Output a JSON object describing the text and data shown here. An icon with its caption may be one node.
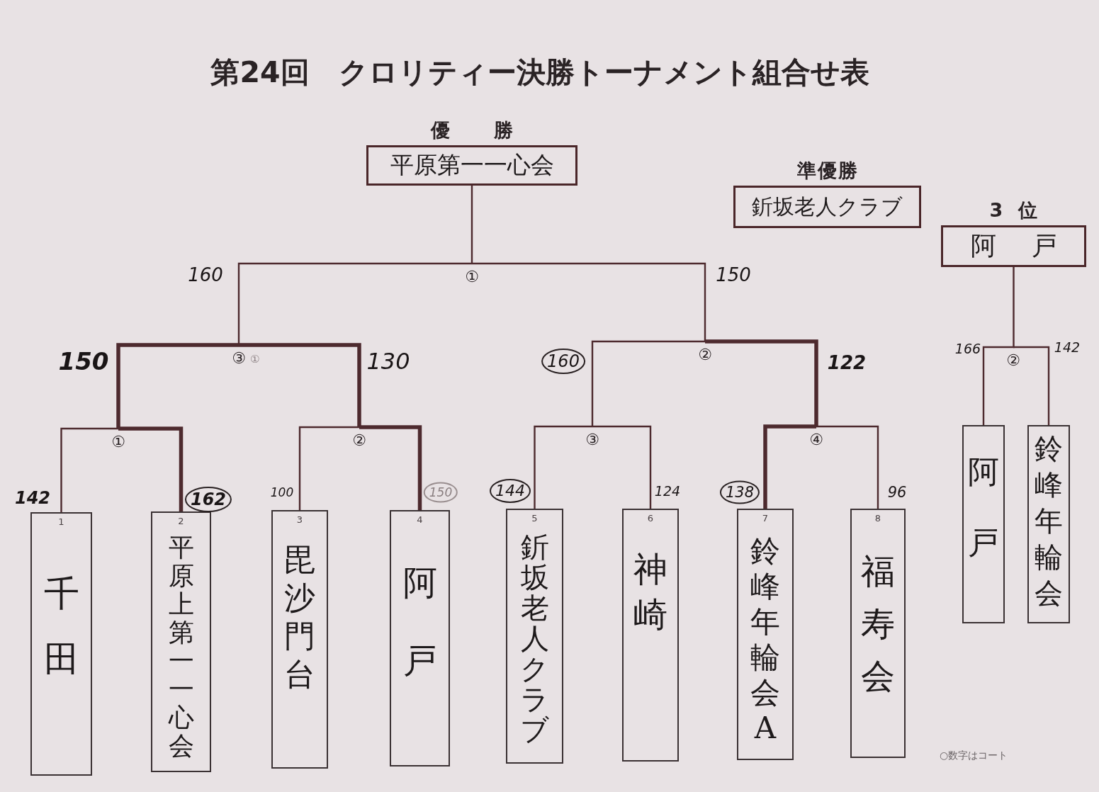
{
  "diagram": {
    "title": "第24回　クロリティー決勝トーナメント組合せ表",
    "nodes": [
      {
        "text": [
          "優勝",
          "平原第一一心会"
        ]
      },
      {
        "text": [
          "準優勝",
          "釿坂老人クラブ"
        ]
      },
      {
        "text": [
          "3位",
          "阿戸"
        ]
      },
      {
        "text": [
          "①"
        ]
      },
      {
        "text": [
          "③",
          "①"
        ]
      },
      {
        "text": [
          "②"
        ]
      },
      {
        "text": [
          "①"
        ]
      },
      {
        "text": [
          "②"
        ]
      },
      {
        "text": [
          "③"
        ]
      },
      {
        "text": [
          "④"
        ]
      },
      {
        "text": [
          "1",
          "千田"
        ]
      },
      {
        "text": [
          "2",
          "平原上第一一心会"
        ]
      },
      {
        "text": [
          "3",
          "毘沙門台"
        ]
      },
      {
        "text": [
          "4",
          "阿戸"
        ]
      },
      {
        "text": [
          "5",
          "釿坂老人クラブ"
        ]
      },
      {
        "text": [
          "6",
          "神崎"
        ]
      },
      {
        "text": [
          "7",
          "鈴峰年輪会A"
        ]
      },
      {
        "text": [
          "8",
          "福寿会"
        ]
      },
      {
        "text": [
          "②"
        ]
      },
      {
        "text": [
          "阿戸"
        ]
      },
      {
        "text": [
          "鈴峰年輪会"
        ]
      }
    ],
    "edges": [
      {
        "from": 3,
        "to": 0,
        "arrow": "none"
      },
      {
        "from": 4,
        "to": 3,
        "arrow": "none",
        "label": "160"
      },
      {
        "from": 5,
        "to": 3,
        "arrow": "none",
        "label": "150"
      },
      {
        "from": 6,
        "to": 4,
        "arrow": "none",
        "style": "thick",
        "label": "150"
      },
      {
        "from": 7,
        "to": 4,
        "arrow": "none",
        "style": "thick",
        "label": "130"
      },
      {
        "from": 8,
        "to": 5,
        "arrow": "none",
        "label": "160"
      },
      {
        "from": 9,
        "to": 5,
        "arrow": "none",
        "style": "thick",
        "label": "122"
      },
      {
        "from": 10,
        "to": 6,
        "arrow": "none",
        "label": "142"
      },
      {
        "from": 11,
        "to": 6,
        "arrow": "none",
        "style": "thick",
        "label": "162"
      },
      {
        "from": 12,
        "to": 7,
        "arrow": "none",
        "label": "100"
      },
      {
        "from": 13,
        "to": 7,
        "arrow": "none",
        "style": "thick",
        "label": "150"
      },
      {
        "from": 14,
        "to": 8,
        "arrow": "none",
        "label": "144"
      },
      {
        "from": 15,
        "to": 8,
        "arrow": "none",
        "label": "124"
      },
      {
        "from": 16,
        "to": 9,
        "arrow": "none",
        "style": "thick",
        "label": "138"
      },
      {
        "from": 17,
        "to": 9,
        "arrow": "none",
        "label": "96"
      },
      {
        "from": 18,
        "to": 2,
        "arrow": "none"
      },
      {
        "from": 19,
        "to": 18,
        "arrow": "none",
        "label": "166"
      },
      {
        "from": 20,
        "to": 18,
        "arrow": "none",
        "label": "142"
      }
    ],
    "labels": [
      "○数字はコート"
    ]
  }
}
